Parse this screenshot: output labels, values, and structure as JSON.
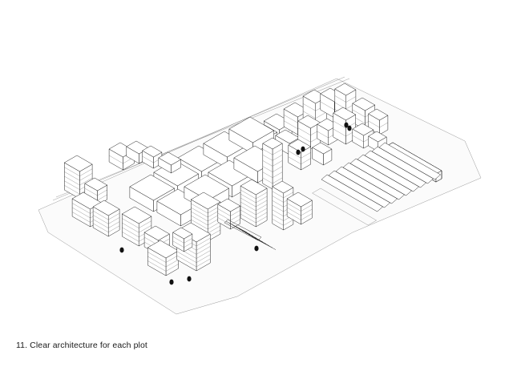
{
  "caption": "11. Clear architecture for each plot",
  "colors": {
    "line": "#222222",
    "background": "#ffffff",
    "ground": "#fbfbfb"
  },
  "drawing": {
    "style": "axonometric line drawing",
    "subject": "urban block masterplan"
  }
}
